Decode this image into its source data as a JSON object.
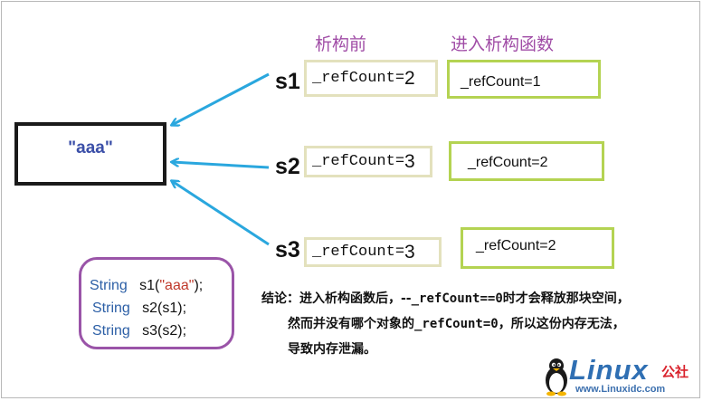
{
  "source": {
    "label": "\"aaa\""
  },
  "headers": {
    "before": "析构前",
    "after": "进入析构函数"
  },
  "rows": [
    {
      "var": "s1",
      "before_field": "_refCount=",
      "before_value": "2",
      "after": "_refCount=1"
    },
    {
      "var": "s2",
      "before_field": "_refCount=",
      "before_value": "3",
      "after": "_refCount=2"
    },
    {
      "var": "s3",
      "before_field": "_refCount=",
      "before_value": "3",
      "after": "_refCount=2"
    }
  ],
  "code": {
    "keyword": "String",
    "lines": [
      {
        "pre": "s1(",
        "str": "\"aaa\"",
        "post": ");"
      },
      {
        "pre": "s2(s1);",
        "str": "",
        "post": ""
      },
      {
        "pre": "s3(s2);",
        "str": "",
        "post": ""
      }
    ]
  },
  "conclusion": {
    "l1a": "结论：进入析构函数后，--",
    "l1b": "_refCount==0",
    "l1c": "时才会释放那块空间，",
    "l2a": "然而并没有哪个对象的",
    "l2b": "_refCount=0",
    "l2c": "，所以这份内存无法，",
    "l3": "导致内存泄漏。"
  },
  "logo": {
    "word": "Linux",
    "cn": "公社",
    "url": "www.Linuxidc.com"
  },
  "colors": {
    "arrow": "#2aa7de",
    "header": "#a04ca6",
    "after_border": "#b4d352",
    "code_border": "#9a54a8"
  }
}
